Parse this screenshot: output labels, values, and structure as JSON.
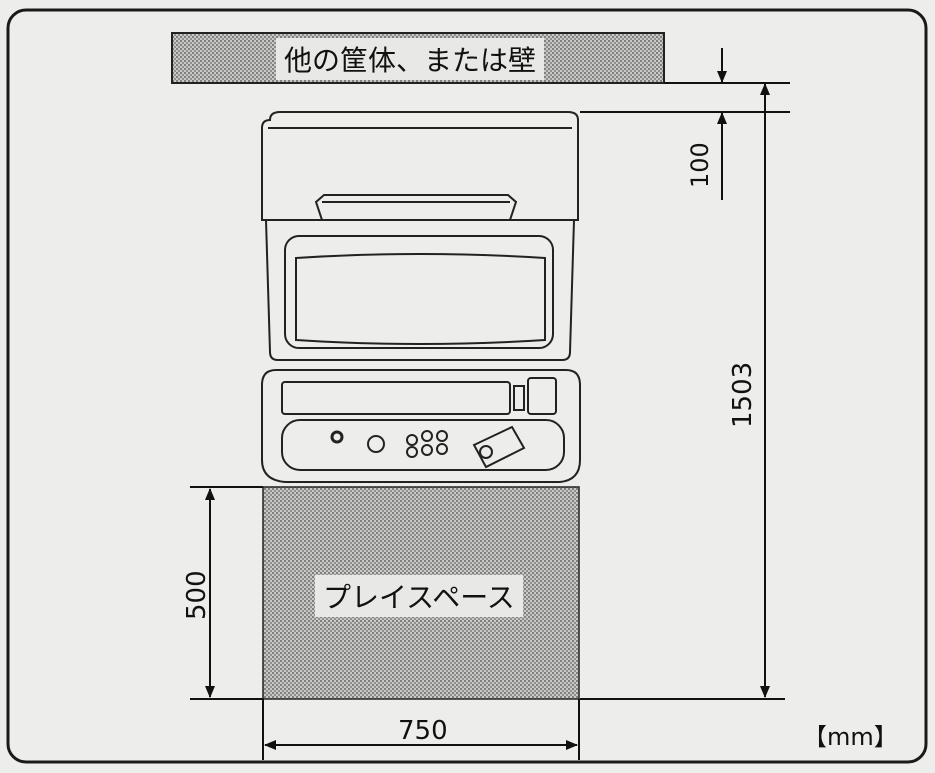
{
  "title_note": "",
  "wall_label": "他の筐体、または壁",
  "play_space_label": "プレイスペース",
  "unit_label": "【mm】",
  "dimensions": {
    "wall_clearance": "100",
    "cabinet_height": "1503",
    "play_depth": "500",
    "play_width": "750"
  },
  "colors": {
    "frame": "#1a1a1a",
    "hatch_fill": "#9a9a9a",
    "background": "#ededeb"
  }
}
